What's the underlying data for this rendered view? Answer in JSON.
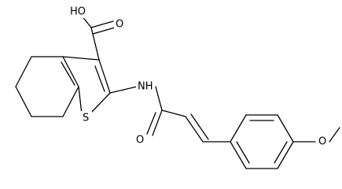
{
  "molecule": {
    "atom_labels": {
      "carboxyl_hydroxyl": "HO",
      "carboxyl_carbonyl_oxygen": "O",
      "amide_nitrogen": "NH",
      "thiophene_sulfur": "S",
      "amide_oxygen": "O",
      "methoxy_oxygen": "O"
    }
  }
}
